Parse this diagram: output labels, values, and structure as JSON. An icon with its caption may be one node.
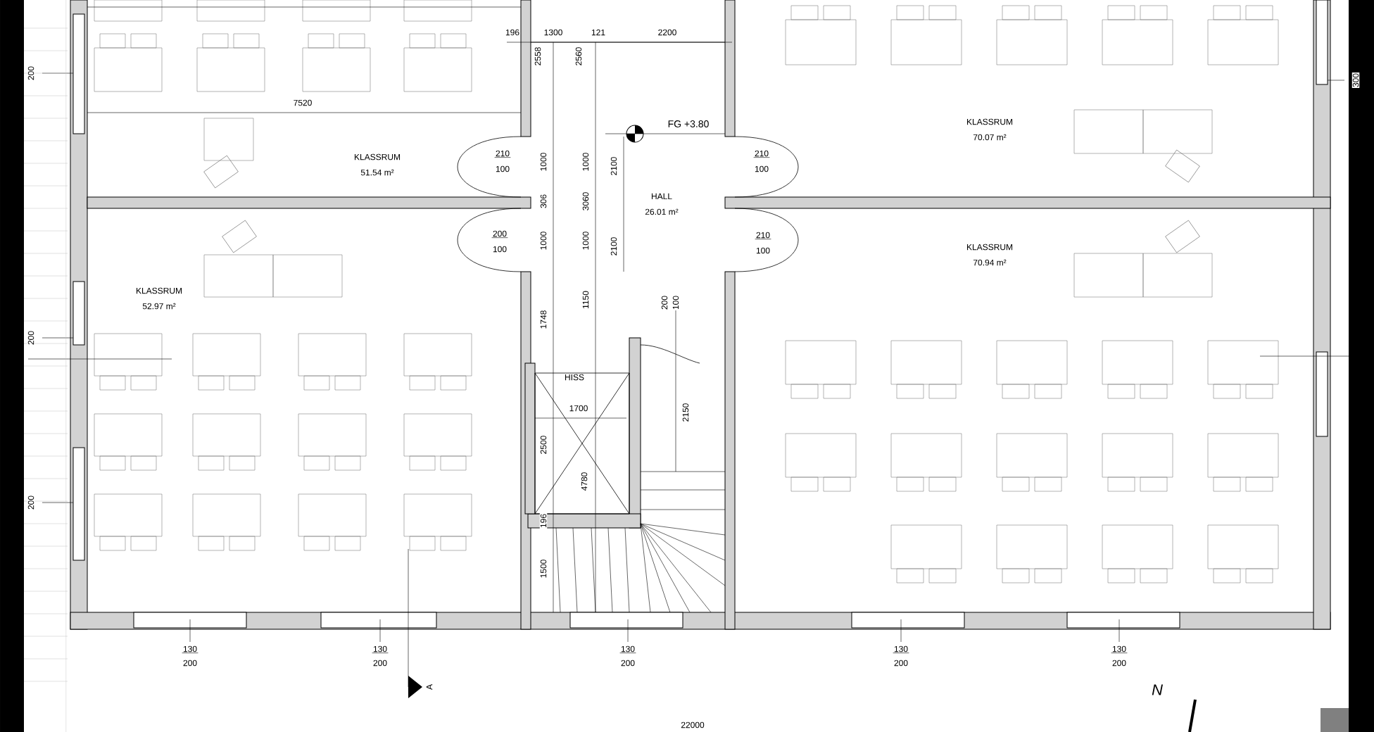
{
  "diagram": {
    "nodes": [
      {
        "text": [
          "KLASSRUM",
          "51.54 m²"
        ]
      },
      {
        "text": [
          "KLASSRUM",
          "52.97 m²"
        ]
      },
      {
        "text": [
          "HALL",
          "26.01 m²"
        ]
      },
      {
        "text": [
          "HISS"
        ]
      },
      {
        "text": [
          "KLASSRUM",
          "70.07 m²"
        ]
      },
      {
        "text": [
          "KLASSRUM",
          "70.94 m²"
        ]
      }
    ],
    "labels": [
      "196",
      "1300",
      "121",
      "2200",
      "2558",
      "2560",
      "200",
      "7520",
      "FG +3.80",
      "210",
      "100",
      "210",
      "100",
      "1000",
      "1000",
      "2100",
      "306",
      "3060",
      "1000",
      "1000",
      "2100",
      "200",
      "100",
      "210",
      "100",
      "1150",
      "200",
      "100",
      "1748",
      "200",
      "1700",
      "2150",
      "2500",
      "4780",
      "200",
      "196",
      "1500",
      "300",
      "130",
      "200",
      "130",
      "200",
      "130",
      "200",
      "130",
      "200",
      "130",
      "200",
      "A",
      "22000",
      "N"
    ]
  }
}
